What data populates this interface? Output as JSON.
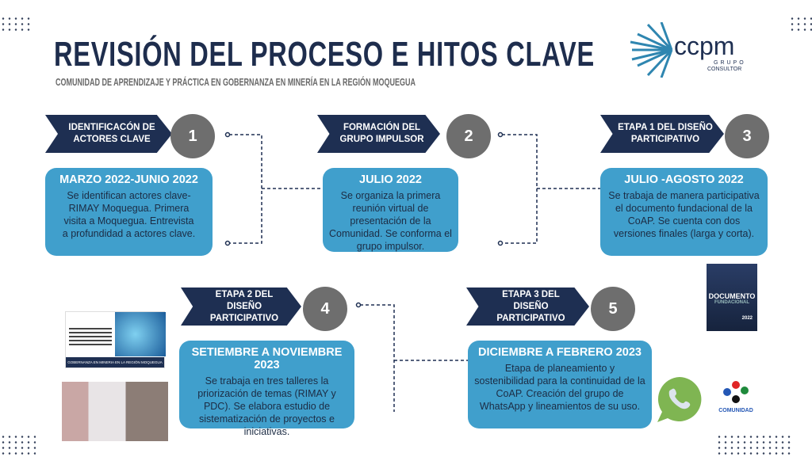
{
  "title": "REVISIÓN DEL PROCESO E HITOS CLAVE",
  "subtitle": "COMUNIDAD DE APRENDIZAJE Y PRÁCTICA EN GOBERNANZA EN MINERÍA EN LA REGIÓN MOQUEGUA",
  "logo": {
    "name": "ccpm",
    "line1": "GRUPO",
    "line2": "CONSULTOR"
  },
  "colors": {
    "navy": "#1e2f52",
    "box": "#409fcc",
    "circle": "#6e6e6e"
  },
  "steps": [
    {
      "number": "1",
      "banner": "IDENTIFICACÓN DE ACTORES CLAVE",
      "date": "MARZO 2022-JUNIO 2022",
      "text": "Se identifican actores clave- RIMAY Moquegua. Primera visita a Moquegua. Entrevista a profundidad a actores clave."
    },
    {
      "number": "2",
      "banner": "FORMACIÓN DEL GRUPO IMPULSOR",
      "date": "JULIO 2022",
      "text": "Se organiza la primera reunión virtual de presentación de la Comunidad. Se conforma el grupo impulsor."
    },
    {
      "number": "3",
      "banner": "ETAPA 1 DEL DISEÑO PARTICIPATIVO",
      "date": "JULIO -AGOSTO 2022",
      "text": "Se trabaja de manera participativa el documento fundacional de la CoAP. Se cuenta con dos versiones finales (larga y corta)."
    },
    {
      "number": "4",
      "banner": "ETAPA 2 DEL DISEÑO PARTICIPATIVO",
      "date": "SETIEMBRE A NOVIEMBRE 2023",
      "text": "Se trabaja en tres talleres la priorización de temas (RIMAY y PDC). Se elabora estudio de sistematización de proyectos e iniciativas."
    },
    {
      "number": "5",
      "banner": "ETAPA 3 DEL DISEÑO PARTICIPATIVO",
      "date": "DICIEMBRE A FEBRERO 2023",
      "text": "Etapa de planeamiento y sostenibilidad para la continuidad de la CoAP. Creación del grupo de WhatsApp y lineamientos de su uso."
    }
  ],
  "images": {
    "doc_title1": "DOCUMENTO",
    "doc_title2": "FUNDACIONAL",
    "doc_year": "2022",
    "study_banner": "GOBERNANZA EN MINERIA EN LA REGIÓN MOQUEGUA",
    "comunidad": "COMUNIDAD"
  }
}
